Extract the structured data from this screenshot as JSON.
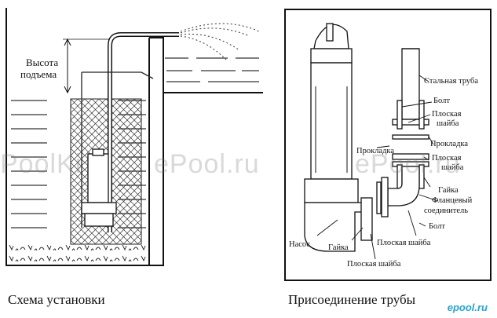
{
  "left_panel": {
    "lift_height_label_line1": "Высота",
    "lift_height_label_line2": "подъема",
    "caption": "Схема установки"
  },
  "right_panel": {
    "labels": {
      "steel_pipe": "Стальная труба",
      "bolt_top": "Болт",
      "flat_washer_top_line1": "Плоская",
      "flat_washer_top_line2": "шайба",
      "gasket_left": "Прокладка",
      "gasket_right": "Прокладка",
      "flat_washer_mid_line1": "Плоская",
      "flat_washer_mid_line2": "шайба",
      "nut_right": "Гайка",
      "flange_connector_line1": "Фланцевый",
      "flange_connector_line2": "соединитель",
      "bolt_bottom": "Болт",
      "flat_washer_bottom_right": "Плоская шайба",
      "pump": "Насос",
      "nut_bottom": "Гайка",
      "flat_washer_bottom": "Плоская шайба"
    },
    "caption": "Присоединение трубы"
  },
  "watermark": {
    "text_1": "PoolKi",
    "text_2": "ePool.ru",
    "text_3": "ePool.ru"
  },
  "logo": "epool.ru"
}
